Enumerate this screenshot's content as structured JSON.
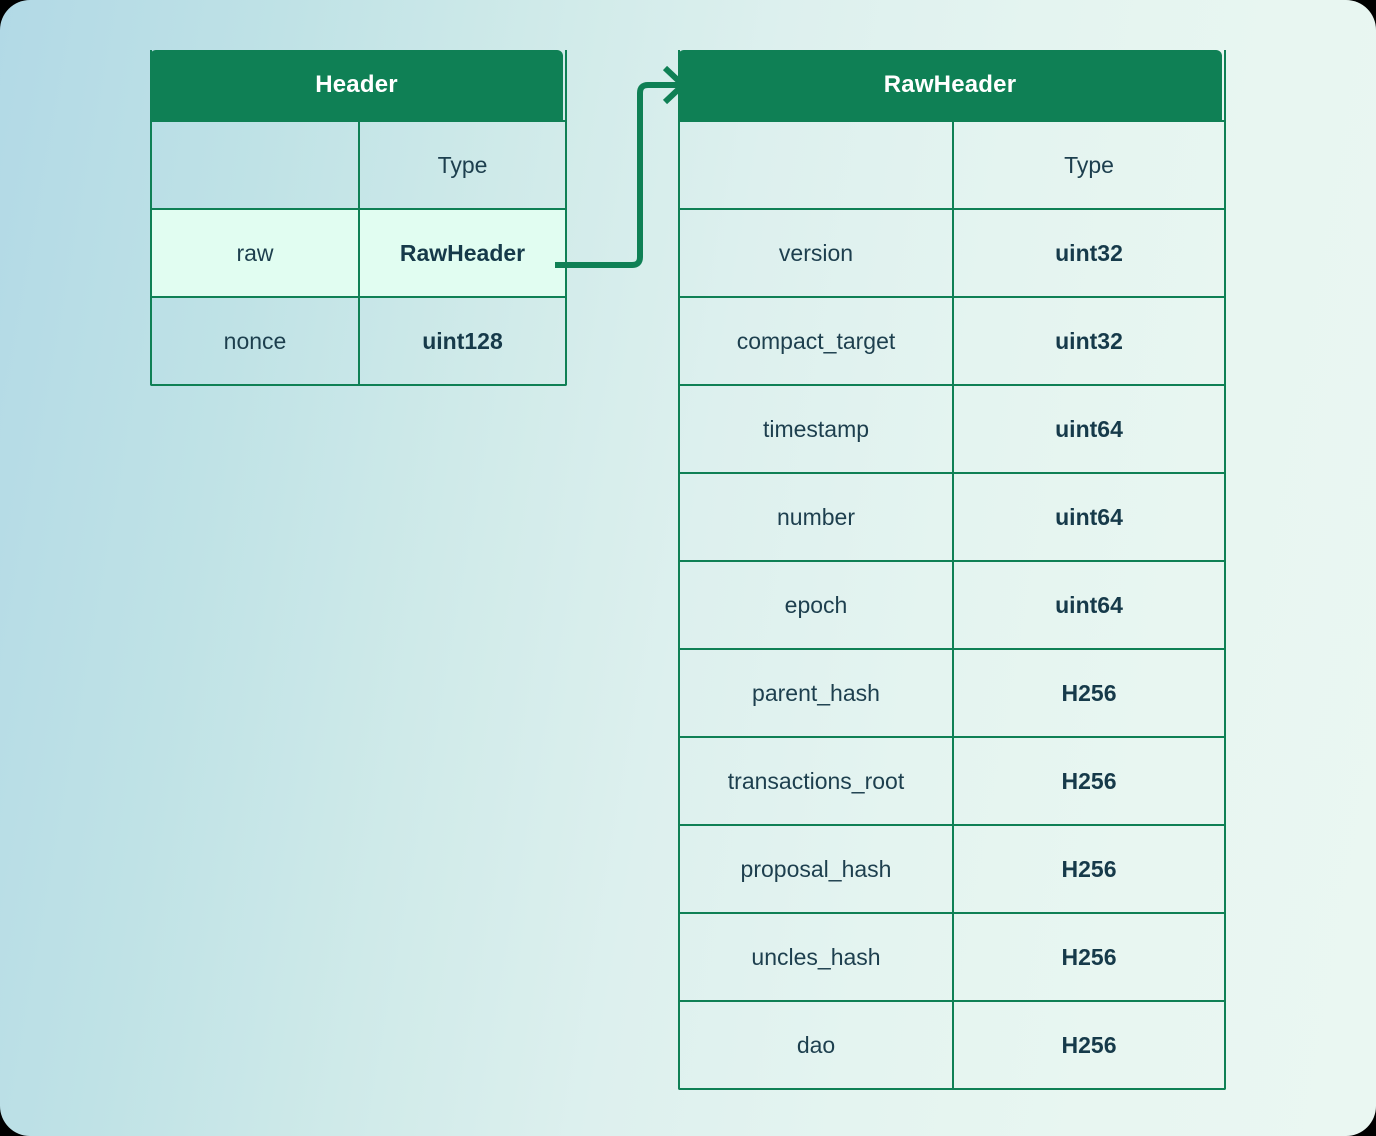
{
  "diagram": {
    "kind": "entity-relationship",
    "accent_color": "#0f8055",
    "text_color": "#1d3f4e",
    "highlight_color": "#e1fdf1",
    "background_gradient_from": "#b2d9e6",
    "background_gradient_to": "#eaf7f2"
  },
  "tables": {
    "header": {
      "title": "Header",
      "columns": [
        "",
        "Type"
      ],
      "rows": [
        {
          "name": "raw",
          "type": "RawHeader",
          "highlighted": true
        },
        {
          "name": "nonce",
          "type": "uint128",
          "highlighted": false
        }
      ]
    },
    "raw_header": {
      "title": "RawHeader",
      "columns": [
        "",
        "Type"
      ],
      "rows": [
        {
          "name": "version",
          "type": "uint32"
        },
        {
          "name": "compact_target",
          "type": "uint32"
        },
        {
          "name": "timestamp",
          "type": "uint64"
        },
        {
          "name": "number",
          "type": "uint64"
        },
        {
          "name": "epoch",
          "type": "uint64"
        },
        {
          "name": "parent_hash",
          "type": "H256"
        },
        {
          "name": "transactions_root",
          "type": "H256"
        },
        {
          "name": "proposal_hash",
          "type": "H256"
        },
        {
          "name": "uncles_hash",
          "type": "H256"
        },
        {
          "name": "dao",
          "type": "H256"
        }
      ]
    }
  },
  "connector": {
    "from": "Header.raw",
    "to": "RawHeader",
    "style": "orthogonal-arrow"
  }
}
